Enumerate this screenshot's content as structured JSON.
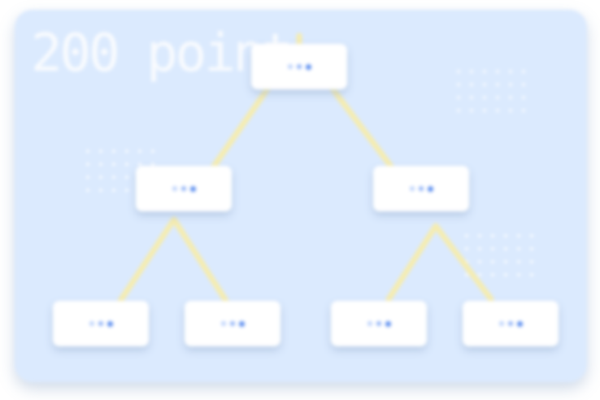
{
  "watermark": {
    "text": "200 point"
  },
  "colors": {
    "background": "#dbeafe",
    "node": "#ffffff",
    "edge": "#f5ecb0",
    "dot_light": "#bcd2fb",
    "dot_mid": "#8fb2f7",
    "dot_dark": "#5b8def"
  },
  "tree": {
    "levels": 3,
    "nodes": [
      {
        "id": "root",
        "parent": null
      },
      {
        "id": "left",
        "parent": "root"
      },
      {
        "id": "right",
        "parent": "root"
      },
      {
        "id": "left-left",
        "parent": "left"
      },
      {
        "id": "left-right",
        "parent": "left"
      },
      {
        "id": "right-left",
        "parent": "right"
      },
      {
        "id": "right-right",
        "parent": "right"
      }
    ]
  }
}
